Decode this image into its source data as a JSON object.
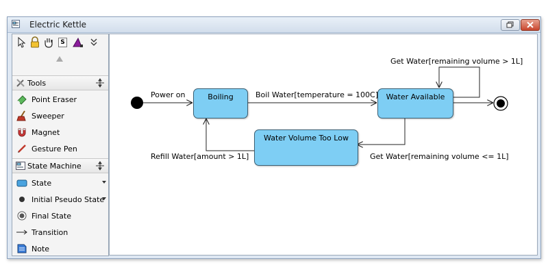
{
  "window": {
    "title": "Electric Kettle"
  },
  "palette": {
    "sections": [
      {
        "label": "Tools",
        "items": [
          {
            "label": "Point Eraser"
          },
          {
            "label": "Sweeper"
          },
          {
            "label": "Magnet"
          },
          {
            "label": "Gesture Pen"
          }
        ]
      },
      {
        "label": "State Machine",
        "items": [
          {
            "label": "State"
          },
          {
            "label": "Initial Pseudo State"
          },
          {
            "label": "Final State"
          },
          {
            "label": "Transition"
          },
          {
            "label": "Note"
          }
        ]
      }
    ],
    "toolbar_s_label": "S"
  },
  "diagram": {
    "states": {
      "boiling": "Boiling",
      "water_available": "Water Available",
      "water_low": "Water Volume Too Low"
    },
    "transitions": {
      "power_on": "Power on",
      "boil_water": "Boil Water[temperature = 100C]",
      "get_water_self": "Get Water[remaining volume > 1L]",
      "get_water_low": "Get Water[remaining volume <= 1L]",
      "refill": "Refill Water[amount > 1L]"
    }
  },
  "colors": {
    "state_fill": "#7ecef4",
    "close_button": "#c8462d"
  }
}
